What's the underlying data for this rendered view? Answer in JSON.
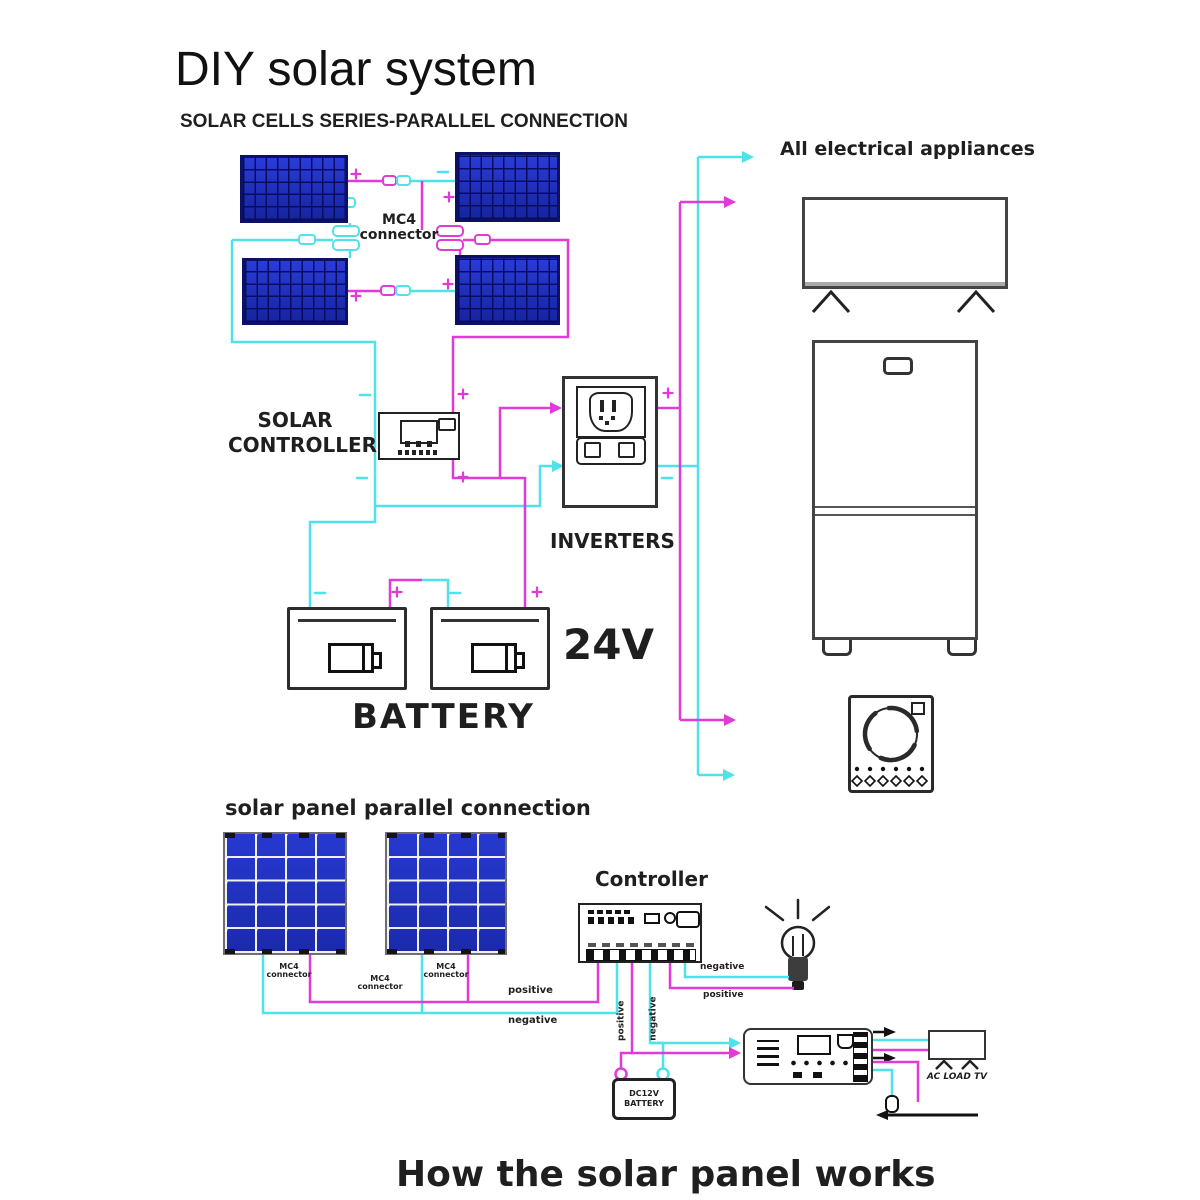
{
  "colors": {
    "pos": "#e23ad6",
    "neg": "#4fe3e9",
    "ink": "#1f1f1f"
  },
  "header": {
    "title": "DIY solar system",
    "subtitle": "SOLAR CELLS SERIES-PARALLEL CONNECTION"
  },
  "series_diagram": {
    "mc4_label": {
      "line1": "MC4",
      "line2": "connector"
    },
    "controller_label": {
      "line1": "SOLAR",
      "line2": "CONTROLLER"
    },
    "inverters_label": "INVERTERS",
    "voltage_label": "24V",
    "battery_label": "BATTERY",
    "appliances_label": "All electrical appliances"
  },
  "parallel_diagram": {
    "heading": "solar panel parallel connection",
    "controller_label": "Controller",
    "mc4_label": {
      "line1": "MC4",
      "line2": "connector"
    },
    "positive_label": "positive",
    "negative_label": "negative",
    "dc_battery_label": {
      "line1": "DC12V",
      "line2": "BATTERY"
    },
    "ac_load_label": "AC LOAD TV"
  },
  "footer": {
    "title": "How the solar panel works"
  }
}
